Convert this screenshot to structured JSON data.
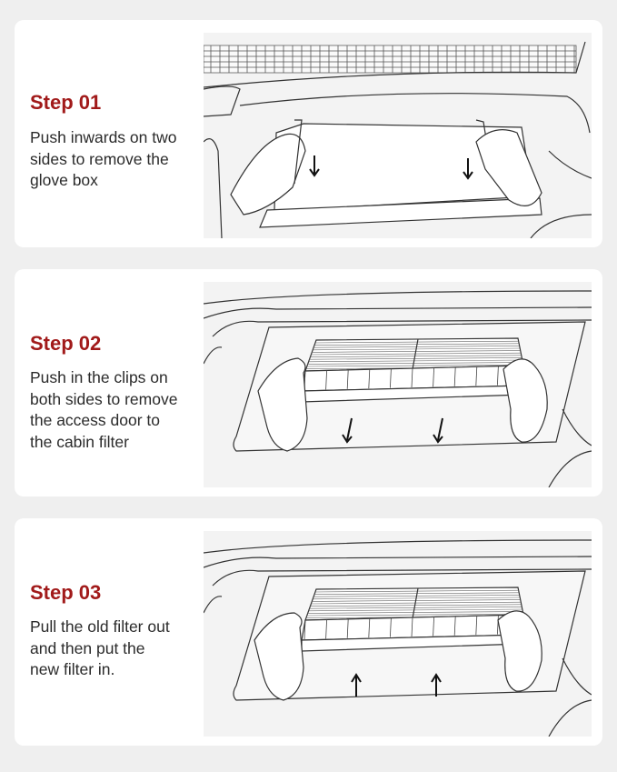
{
  "steps": [
    {
      "title": "Step 01",
      "lines": [
        "Push inwards on two",
        "sides to remove the",
        "glove box"
      ]
    },
    {
      "title": "Step 02",
      "lines": [
        "Push in the clips on",
        "both sides to remove",
        "the access door to",
        "the cabin filter"
      ]
    },
    {
      "title": "Step 03",
      "lines": [
        "Pull the old filter out",
        "and then put the",
        "new filter in."
      ]
    }
  ],
  "colors": {
    "accent": "#a11a1a",
    "page_background": "#efefef",
    "card_background": "#ffffff",
    "illustration_background": "#f3f3f3",
    "line_art": "#333333"
  },
  "illustrations": [
    {
      "depicts": "hands pressing both sides of glove box, arrows pointing down",
      "arrow_direction": "down"
    },
    {
      "depicts": "hands holding cabin filter access door, arrows pointing down",
      "arrow_direction": "down"
    },
    {
      "depicts": "hands inserting cabin filter, arrows pointing up",
      "arrow_direction": "up"
    }
  ]
}
